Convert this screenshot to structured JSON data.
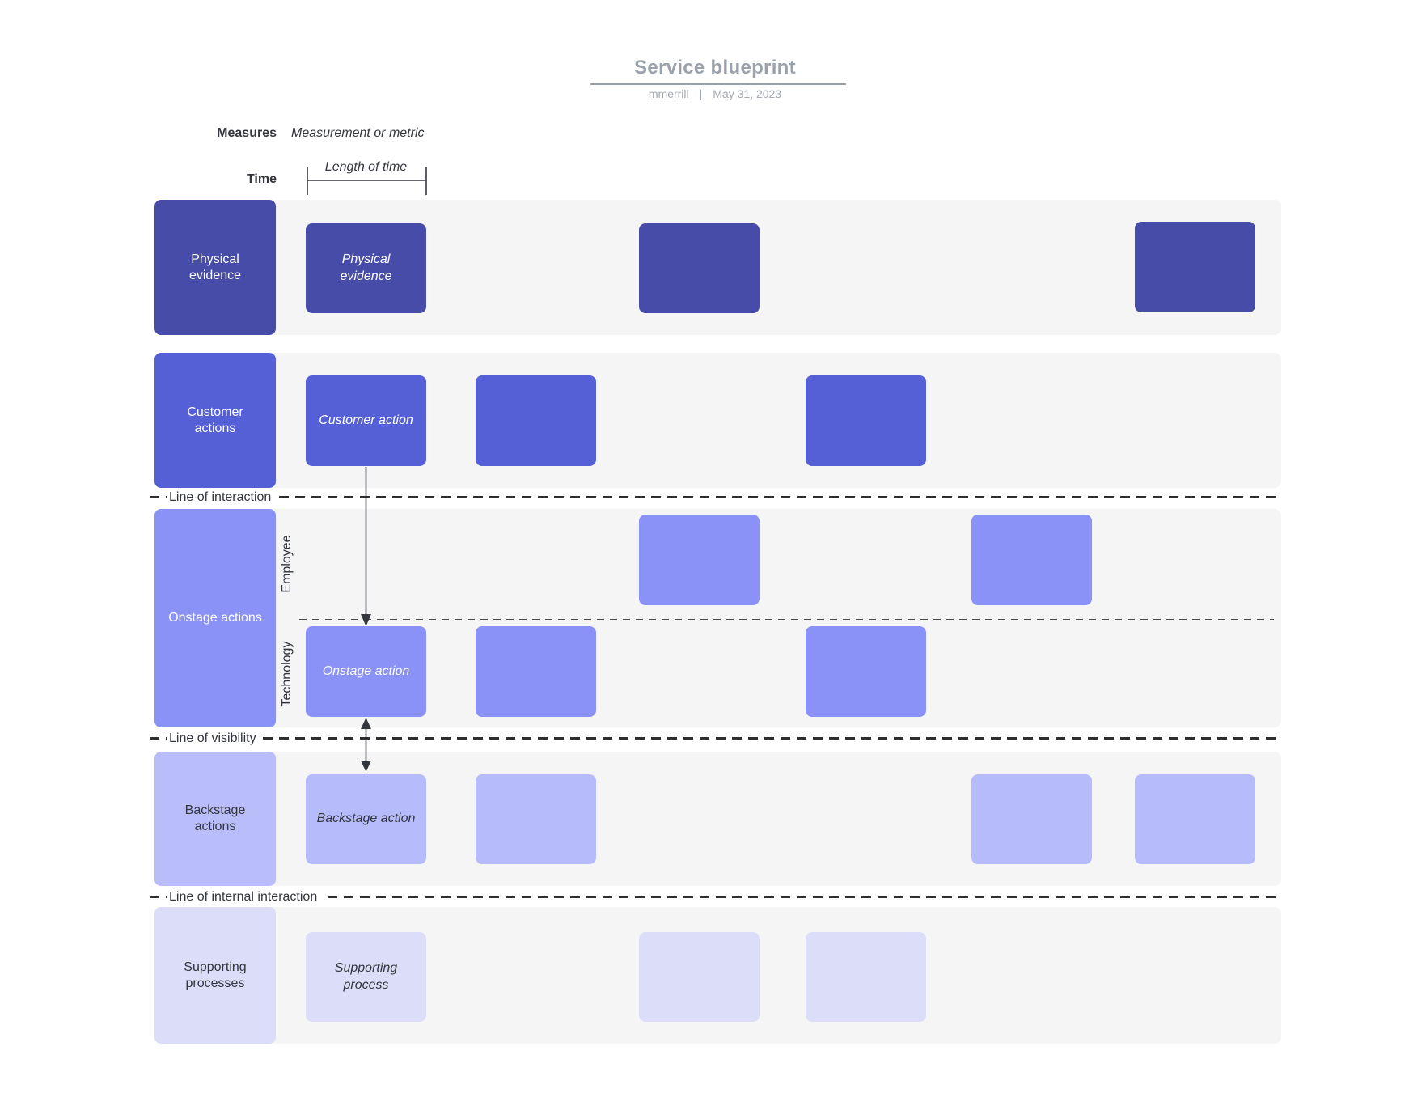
{
  "header": {
    "title": "Service blueprint",
    "author": "mmerrill",
    "separator": "|",
    "date": "May 31, 2023"
  },
  "annotations": {
    "measures_label": "Measures",
    "measures_value": "Measurement or metric",
    "time_label": "Time",
    "time_value": "Length of time"
  },
  "lanes": {
    "employee": "Employee",
    "technology": "Technology"
  },
  "lines": {
    "interaction": "Line of interaction",
    "visibility": "Line of visibility",
    "internal": "Line of internal interaction"
  },
  "rows": {
    "physical": {
      "label": "Physical evidence",
      "box_text": "Physical evidence",
      "color": "#474CA8"
    },
    "customer": {
      "label": "Customer actions",
      "box_text": "Customer action",
      "color": "#555FD6"
    },
    "onstage": {
      "label": "Onstage actions",
      "box_text": "Onstage action",
      "color": "#8A92F8"
    },
    "backstage": {
      "label": "Backstage actions",
      "box_text": "Backstage action",
      "color": "#B6BCFB"
    },
    "supporting": {
      "label": "Supporting processes",
      "box_text": "Supporting process",
      "color": "#DCDEF9"
    }
  },
  "colors": {
    "band_background": "#F5F5F5",
    "backstage_label": "#B9BEFA",
    "dashed_line": "#2F2F2F",
    "title_gray": "#9AA1AB",
    "subtitle_gray": "#A3A9B3",
    "dark_text": "#33363C",
    "arrow": "#33363C"
  }
}
